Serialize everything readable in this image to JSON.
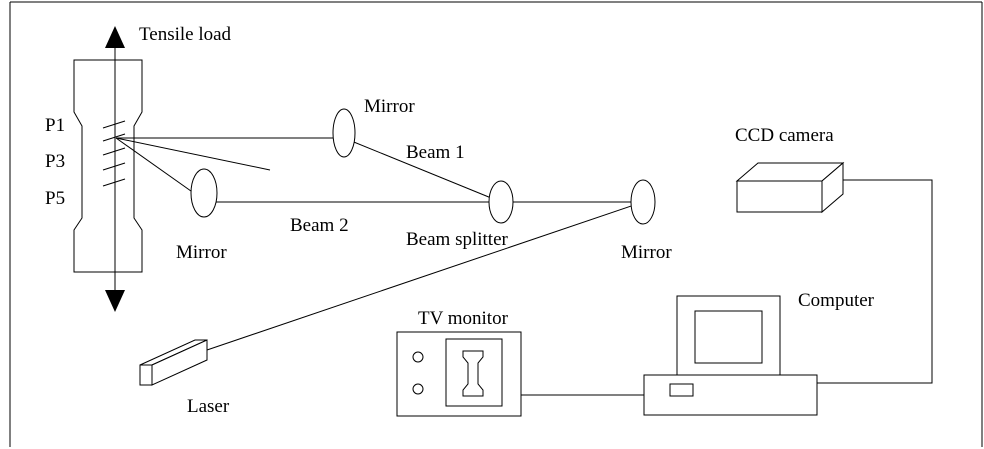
{
  "labels": {
    "tensile_load": "Tensile load",
    "p1": "P1",
    "p3": "P3",
    "p5": "P5",
    "mirror_top": "Mirror",
    "beam1": "Beam 1",
    "mirror_left": "Mirror",
    "beam2": "Beam 2",
    "beam_splitter": "Beam splitter",
    "mirror_right": "Mirror",
    "ccd_camera": "CCD camera",
    "computer": "Computer",
    "tv_monitor": "TV monitor",
    "laser": "Laser"
  }
}
